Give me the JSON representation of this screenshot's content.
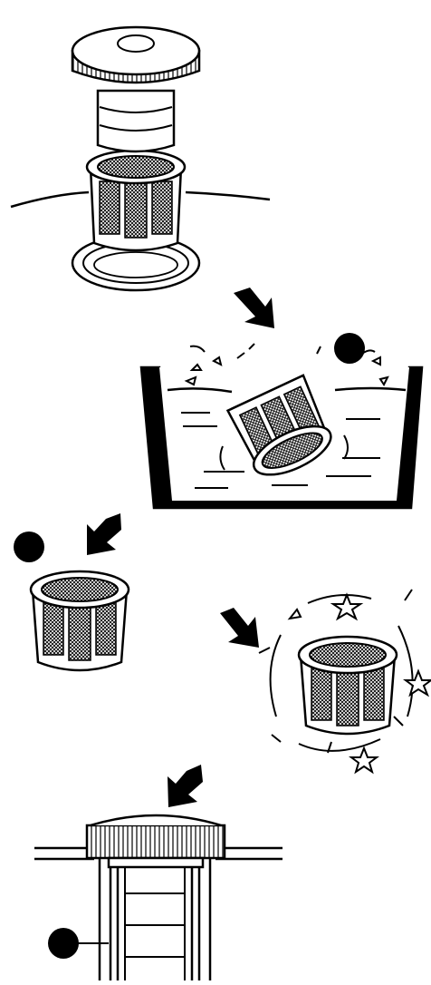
{
  "illustration": {
    "description_steps": [
      "remove-filter",
      "rinse-filter",
      "dry-filter",
      "clean-filter",
      "reinstall-filter"
    ],
    "colors": {
      "line": "#000000",
      "background": "#ffffff"
    },
    "icons": [
      "arrow-icon",
      "bullet-marker-icon",
      "star-sparkle-icon"
    ]
  }
}
